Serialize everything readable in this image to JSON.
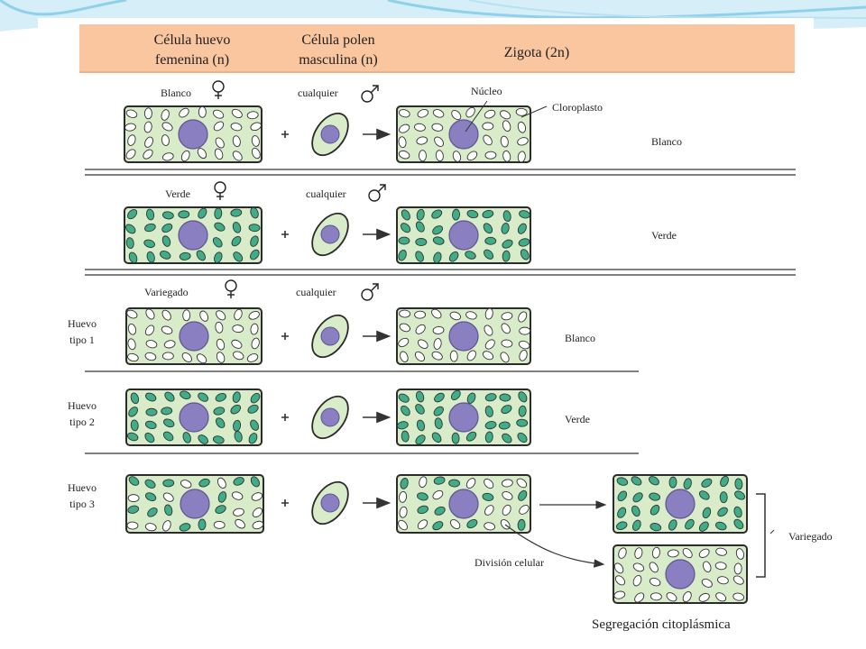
{
  "headers": {
    "egg_line1": "Célula huevo",
    "egg_line2": "femenina (n)",
    "pollen_line1": "Célula polen",
    "pollen_line2": "masculina (n)",
    "zygote": "Zigota (2n)"
  },
  "rows": [
    {
      "female_label": "Blanco",
      "male_label": "cualquier",
      "result": "Blanco"
    },
    {
      "female_label": "Verde",
      "male_label": "cualquier",
      "result": "Verde"
    },
    {
      "female_label": "Variegado",
      "male_label": "cualquier"
    }
  ],
  "variegated_types": [
    {
      "line1": "Huevo",
      "line2": "tipo 1",
      "result": "Blanco"
    },
    {
      "line1": "Huevo",
      "line2": "tipo 2",
      "result": "Verde"
    },
    {
      "line1": "Huevo",
      "line2": "tipo 3"
    }
  ],
  "annotations": {
    "nucleus": "Núcleo",
    "chloroplast": "Cloroplasto",
    "cell_division": "División celular",
    "variegated": "Variegado",
    "segregation": "Segregación citoplásmica"
  },
  "colors": {
    "cell_fill": "#d9ecc9",
    "cell_border": "#2b2b2b",
    "nucleus": "#8a7fc0",
    "green_plastid": "#3fae88",
    "white_plastid": "#ffffff",
    "header_band": "#f9c6a0",
    "wave": "#bfe3f3"
  }
}
